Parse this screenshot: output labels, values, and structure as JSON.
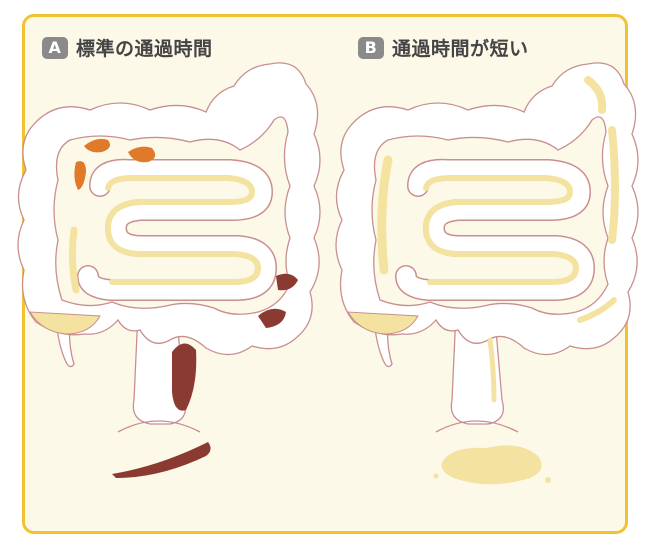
{
  "panels": [
    {
      "badge": "A",
      "title": "標準の通過時間"
    },
    {
      "badge": "B",
      "title": "通過時間が短い"
    }
  ],
  "colors": {
    "frame_border": "#f1c232",
    "background": "#fdf9e9",
    "intestine_fill": "#ffffff",
    "intestine_outline": "#c98f8f",
    "liquid_content": "#f4e3a0",
    "semi_solid_content": "#e07a28",
    "formed_stool": "#8b3a32",
    "badge_bg": "#8a8a8a"
  }
}
